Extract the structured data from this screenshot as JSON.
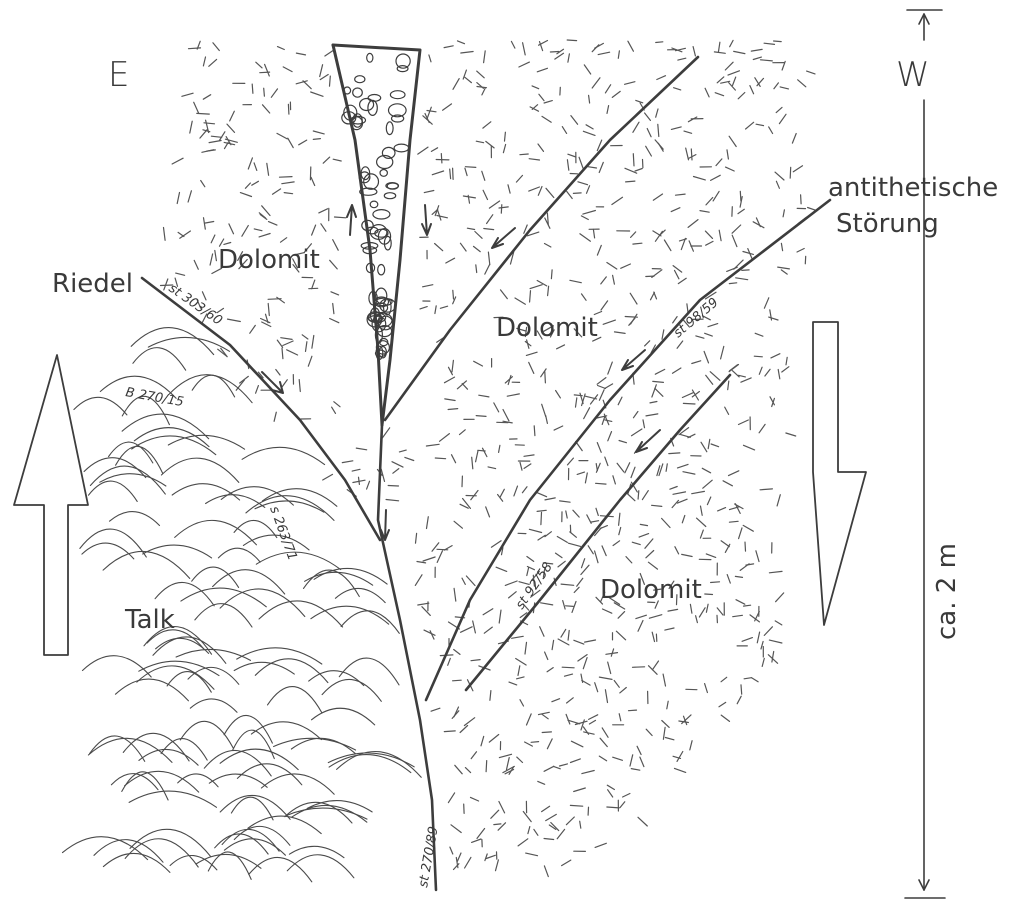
{
  "orientation": {
    "east": "E",
    "west": "W"
  },
  "labels": {
    "dolomit": [
      "Dolomit",
      "Dolomit",
      "Dolomit"
    ],
    "talk": "Talk",
    "riedel": "Riedel",
    "antithetic": [
      "antithetische",
      "Störung"
    ],
    "scale": "ca. 2 m"
  },
  "measurements": {
    "riedel_plane": "st 303/60",
    "lineation": "B 270/15",
    "foliation": "s 263/71",
    "main_fault": "st 270/89",
    "antithetic_fault_upper": "st 98/59",
    "antithetic_fault_lower": "st 92/58"
  },
  "colors": {
    "ink": "#3d3d3d",
    "paper": "#ffffff"
  },
  "icons": [
    "up-arrow-icon",
    "down-arrow-icon",
    "scale-bar-icon",
    "breccia-pattern-icon"
  ]
}
